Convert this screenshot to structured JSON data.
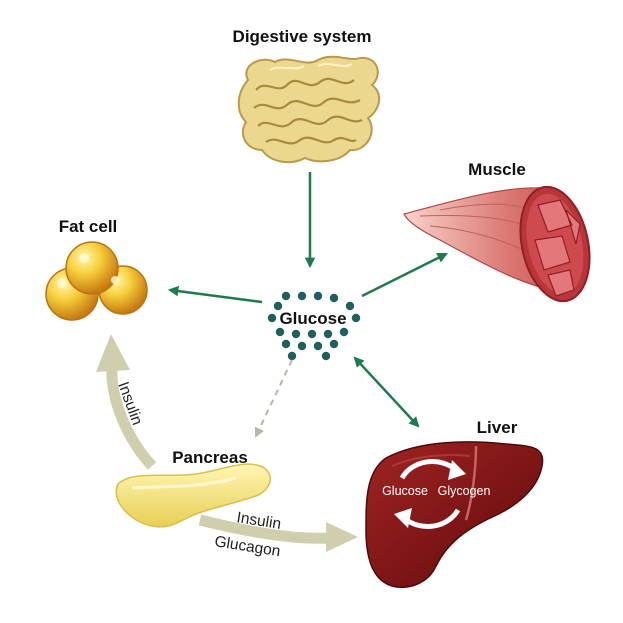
{
  "labels": {
    "digestive": "Digestive system",
    "muscle": "Muscle",
    "fat": "Fat cell",
    "glucose": "Glucose",
    "pancreas": "Pancreas",
    "liver": "Liver"
  },
  "arrow_labels": {
    "pancreas_to_fat": "Insulin",
    "pancreas_to_liver_1": "Insulin",
    "pancreas_to_liver_2": "Glucagon"
  },
  "liver_cycle": {
    "left": "Glucose",
    "right": "Glycogen"
  },
  "colors": {
    "green_arrow": "#1e7a4f",
    "glucose_dot": "#1f5f5c",
    "pale_arrow": "#c9c9a6",
    "dashed_arrow": "#b6b6a8",
    "liver": "#7e1616",
    "pancreas": "#f1e27b",
    "fat_cell": "#f0b21f",
    "muscle": "#d46a6a",
    "intestine": "#e9d48a"
  }
}
